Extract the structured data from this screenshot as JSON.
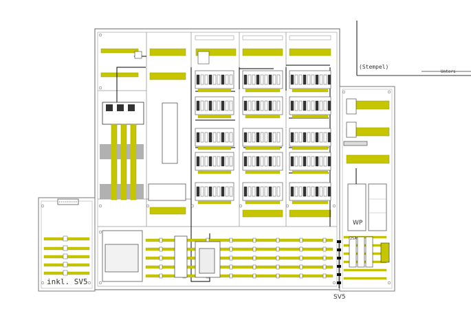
{
  "labels": {
    "stamp": "(Stempel)",
    "signature": "Unters",
    "sv5_included": "inkl. SV5",
    "sv5": "SV5",
    "wp": "WP",
    "rating": "25A"
  },
  "colors": {
    "line": "#555555",
    "wire": "#000000",
    "busbar": "#c6c600",
    "busbar_dark": "#9a9a00",
    "insulator": "#a8a8a8",
    "panel_fill": "#ffffff"
  }
}
